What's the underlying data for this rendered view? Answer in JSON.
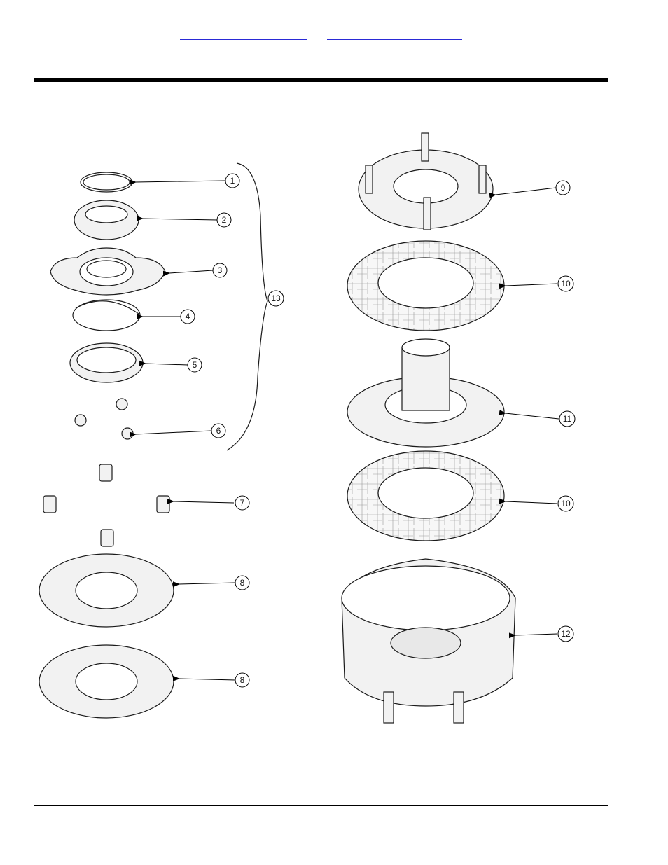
{
  "header": {
    "links": [
      {
        "label": ""
      },
      {
        "label": ""
      }
    ]
  },
  "callouts": [
    "1",
    "2",
    "3",
    "4",
    "5",
    "6",
    "7",
    "8",
    "8",
    "9",
    "10",
    "11",
    "10",
    "12",
    "13"
  ],
  "colors": {
    "rule": "#000000",
    "link": "#2a2ad6",
    "line": "#1a1a1a",
    "shade": "#eeeeee"
  },
  "parts_icon_names": [
    "retaining-ring-icon",
    "seal-icon",
    "bearing-housing-icon",
    "o-ring-icon",
    "bearing-cup-icon",
    "grease-fitting-icon",
    "hex-nut-icon",
    "clutch-plate-icon",
    "stud-plate-icon",
    "friction-disc-icon",
    "hub-icon",
    "drive-cup-icon"
  ]
}
